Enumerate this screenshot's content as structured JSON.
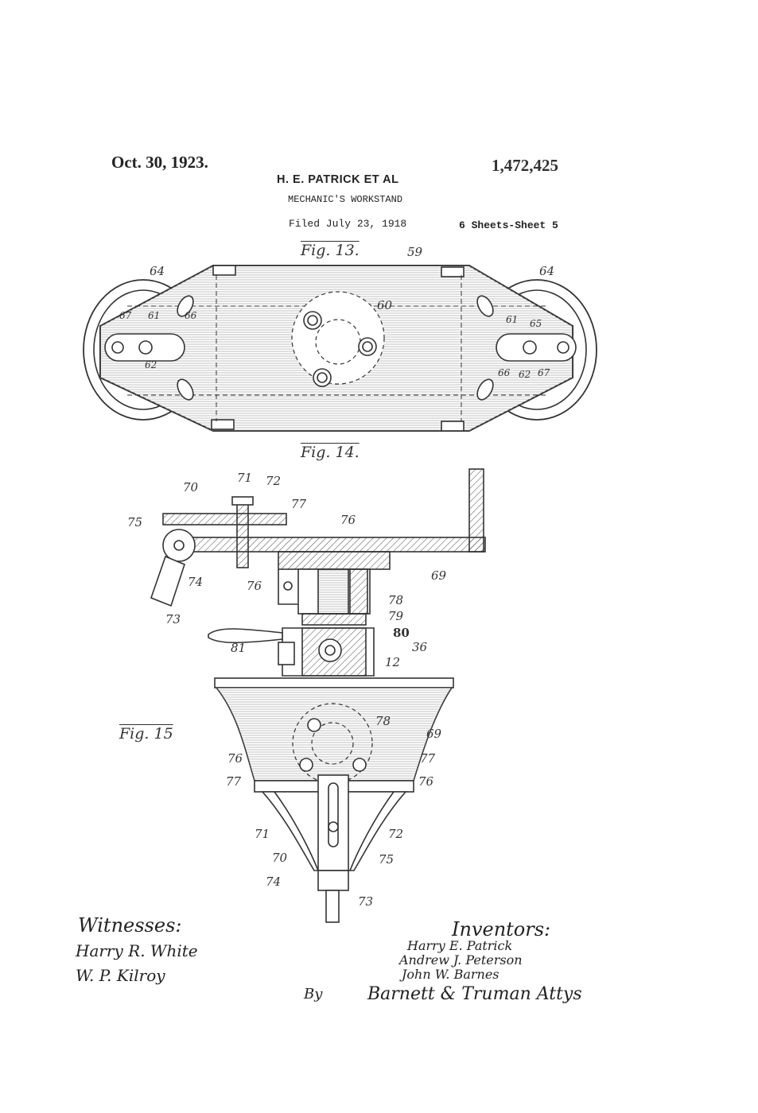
{
  "header": {
    "date": "Oct. 30, 1923.",
    "patent_number": "1,472,425",
    "inventors": "H. E. PATRICK ET AL",
    "title": "MECHANIC'S WORKSTAND",
    "filed": "Filed July 23, 1918",
    "sheets": "6 Sheets-Sheet 5"
  },
  "figures": {
    "fig13": {
      "title": "Fig. 13.",
      "labels": [
        "59",
        "64",
        "64",
        "60",
        "67",
        "61",
        "66",
        "62",
        "61",
        "65",
        "66",
        "62",
        "67"
      ]
    },
    "fig14": {
      "title": "Fig. 14.",
      "labels": [
        "70",
        "71",
        "72",
        "77",
        "75",
        "76",
        "74",
        "76",
        "69",
        "73",
        "78",
        "79",
        "80",
        "81",
        "36",
        "12"
      ]
    },
    "fig15": {
      "title": "Fig. 15",
      "labels": [
        "78",
        "69",
        "76",
        "77",
        "77",
        "76",
        "71",
        "72",
        "70",
        "75",
        "74",
        "73"
      ]
    }
  },
  "signatures": {
    "witnesses_label": "Witnesses:",
    "witnesses": [
      "Harry R. White",
      "W. P. Kilroy"
    ],
    "inventor_label": "Inventors:",
    "inventors": [
      "Harry E. Patrick",
      "Andrew J. Peterson",
      "John W. Barnes"
    ],
    "by": "By",
    "attorneys": "Barnett & Truman Attys"
  }
}
